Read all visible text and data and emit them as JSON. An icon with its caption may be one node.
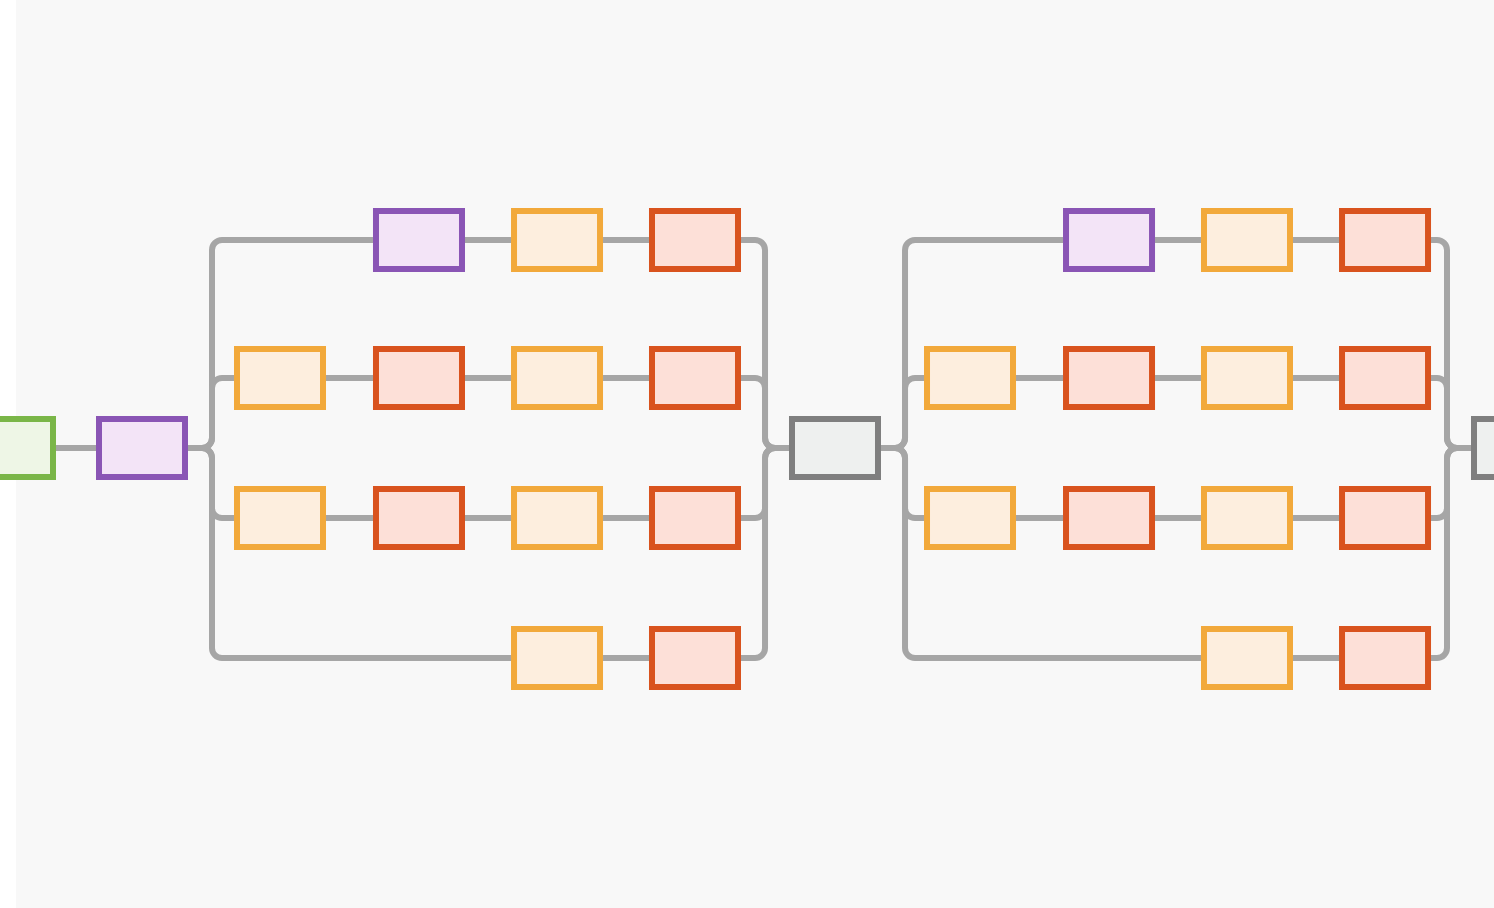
{
  "diagram": {
    "nodes": [
      {
        "text": [],
        "shape": "box"
      },
      {
        "text": [],
        "shape": "box"
      },
      {
        "text": [],
        "shape": "box"
      },
      {
        "text": [],
        "shape": "box"
      },
      {
        "text": [],
        "shape": "box"
      },
      {
        "text": [],
        "shape": "box"
      },
      {
        "text": [],
        "shape": "box"
      },
      {
        "text": [],
        "shape": "box"
      },
      {
        "text": [],
        "shape": "box"
      },
      {
        "text": [],
        "shape": "box"
      },
      {
        "text": [],
        "shape": "box"
      },
      {
        "text": [],
        "shape": "box"
      },
      {
        "text": [],
        "shape": "box"
      },
      {
        "text": [],
        "shape": "box"
      },
      {
        "text": [],
        "shape": "box"
      },
      {
        "text": [],
        "shape": "box"
      },
      {
        "text": [],
        "shape": "box"
      },
      {
        "text": [],
        "shape": "box"
      },
      {
        "text": [],
        "shape": "box"
      },
      {
        "text": [],
        "shape": "box"
      },
      {
        "text": [],
        "shape": "box"
      },
      {
        "text": [],
        "shape": "box"
      },
      {
        "text": [],
        "shape": "box"
      },
      {
        "text": [],
        "shape": "box"
      },
      {
        "text": [],
        "shape": "box"
      },
      {
        "text": [],
        "shape": "box"
      },
      {
        "text": [],
        "shape": "box"
      },
      {
        "text": [],
        "shape": "box"
      },
      {
        "text": [],
        "shape": "box"
      },
      {
        "text": [],
        "shape": "box"
      }
    ],
    "edges": [
      {
        "from": 0,
        "to": 1,
        "arrow": "none"
      },
      {
        "from": 1,
        "to": 2,
        "arrow": "none"
      },
      {
        "from": 1,
        "to": 5,
        "arrow": "none"
      },
      {
        "from": 1,
        "to": 9,
        "arrow": "none"
      },
      {
        "from": 1,
        "to": 13,
        "arrow": "none"
      },
      {
        "from": 2,
        "to": 3,
        "arrow": "none"
      },
      {
        "from": 3,
        "to": 4,
        "arrow": "none"
      },
      {
        "from": 5,
        "to": 6,
        "arrow": "none"
      },
      {
        "from": 6,
        "to": 7,
        "arrow": "none"
      },
      {
        "from": 7,
        "to": 8,
        "arrow": "none"
      },
      {
        "from": 9,
        "to": 10,
        "arrow": "none"
      },
      {
        "from": 10,
        "to": 11,
        "arrow": "none"
      },
      {
        "from": 11,
        "to": 12,
        "arrow": "none"
      },
      {
        "from": 13,
        "to": 14,
        "arrow": "none"
      },
      {
        "from": 4,
        "to": 15,
        "arrow": "none"
      },
      {
        "from": 8,
        "to": 15,
        "arrow": "none"
      },
      {
        "from": 12,
        "to": 15,
        "arrow": "none"
      },
      {
        "from": 14,
        "to": 15,
        "arrow": "none"
      },
      {
        "from": 15,
        "to": 16,
        "arrow": "none"
      },
      {
        "from": 15,
        "to": 19,
        "arrow": "none"
      },
      {
        "from": 15,
        "to": 23,
        "arrow": "none"
      },
      {
        "from": 15,
        "to": 27,
        "arrow": "none"
      },
      {
        "from": 16,
        "to": 17,
        "arrow": "none"
      },
      {
        "from": 17,
        "to": 18,
        "arrow": "none"
      },
      {
        "from": 19,
        "to": 20,
        "arrow": "none"
      },
      {
        "from": 20,
        "to": 21,
        "arrow": "none"
      },
      {
        "from": 21,
        "to": 22,
        "arrow": "none"
      },
      {
        "from": 23,
        "to": 24,
        "arrow": "none"
      },
      {
        "from": 24,
        "to": 25,
        "arrow": "none"
      },
      {
        "from": 25,
        "to": 26,
        "arrow": "none"
      },
      {
        "from": 27,
        "to": 28,
        "arrow": "none"
      },
      {
        "from": 18,
        "to": 29,
        "arrow": "none"
      },
      {
        "from": 22,
        "to": 29,
        "arrow": "none"
      },
      {
        "from": 26,
        "to": 29,
        "arrow": "none"
      },
      {
        "from": 28,
        "to": 29,
        "arrow": "none"
      }
    ]
  }
}
